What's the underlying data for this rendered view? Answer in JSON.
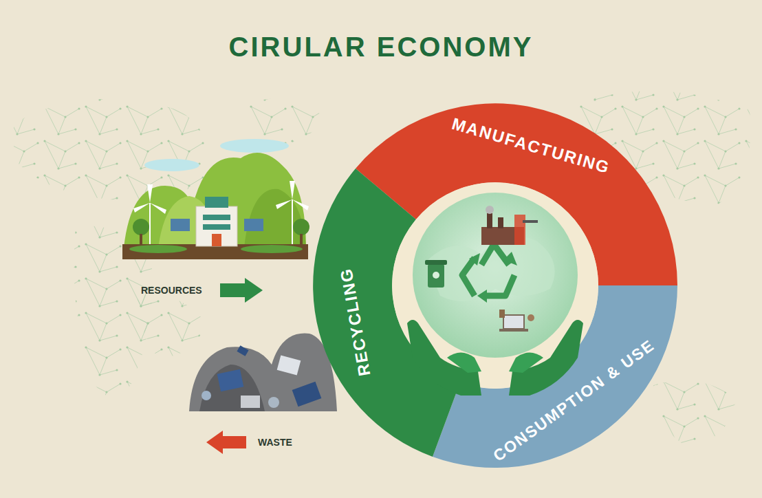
{
  "diagram": {
    "title": "CIRULAR ECONOMY",
    "nodes": [
      {
        "text": [
          "MANUFACTURING"
        ]
      },
      {
        "text": [
          "CONSUMPTION & USE"
        ]
      },
      {
        "text": [
          "RECYCLING"
        ]
      }
    ],
    "labels": [
      "RESOURCES",
      "WASTE"
    ]
  }
}
